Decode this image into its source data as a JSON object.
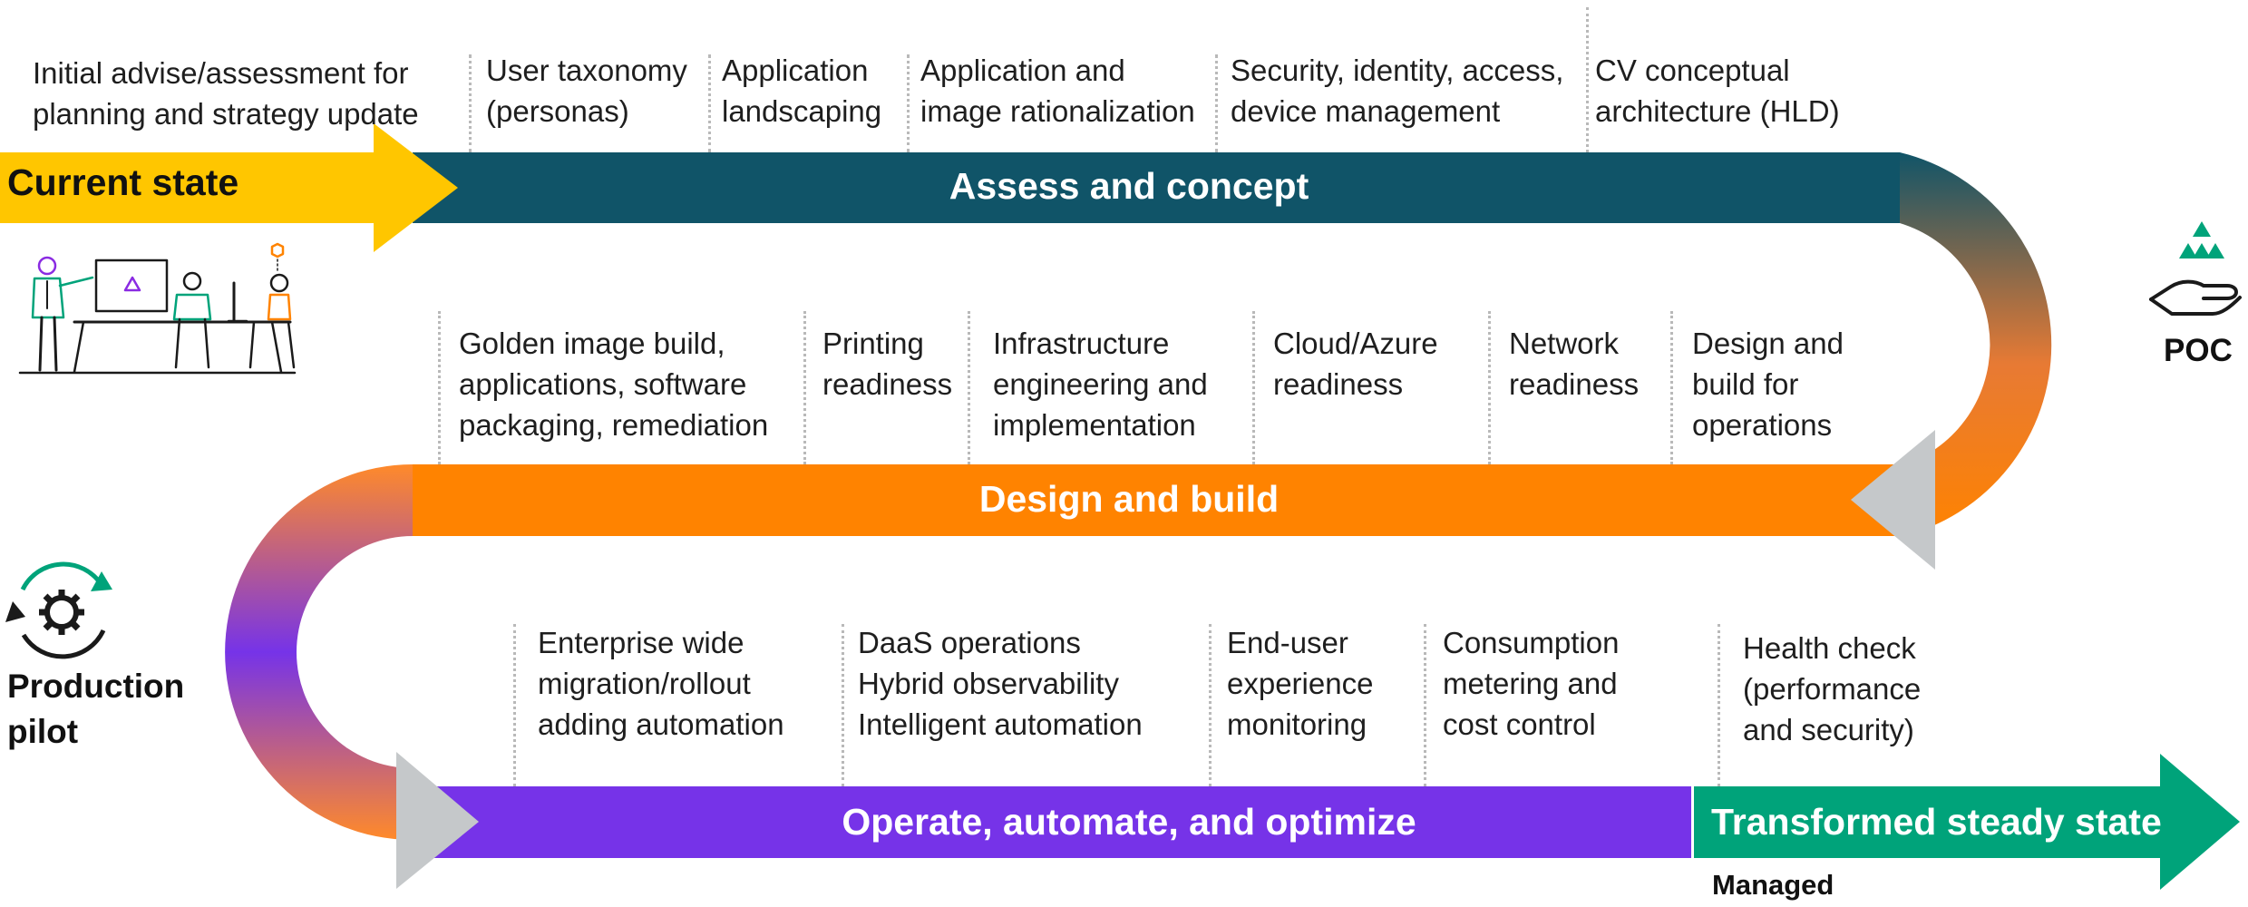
{
  "colors": {
    "yellow": "#ffc600",
    "teal_dark": "#105468",
    "orange": "#ff8300",
    "purple": "#7633e8",
    "green": "#00a37a",
    "grey_triangle": "#c5c8ca",
    "divider": "#b9b9b9"
  },
  "stages": {
    "current_state": "Current state",
    "assess": "Assess and concept",
    "design": "Design and build",
    "operate": "Operate, automate, and optimize",
    "transformed": "Transformed steady state",
    "managed": "Managed",
    "poc": "POC",
    "production_pilot": "Production\npilot"
  },
  "assess_steps": [
    "Initial advise/assessment for\nplanning and strategy update",
    "User taxonomy\n(personas)",
    "Application\nlandscaping",
    "Application and\nimage rationalization",
    "Security, identity, access,\ndevice management",
    "CV conceptual\narchitecture (HLD)"
  ],
  "design_steps": [
    "Golden image build,\napplications, software\npackaging, remediation",
    "Printing\nreadiness",
    "Infrastructure\nengineering and\nimplementation",
    "Cloud/Azure\nreadiness",
    "Network\nreadiness",
    "Design and\nbuild for\noperations"
  ],
  "operate_steps": [
    "Enterprise wide\nmigration/rollout\nadding automation",
    "DaaS operations\nHybrid observability\nIntelligent automation",
    "End-user\nexperience\nmonitoring",
    "Consumption\nmetering and\ncost control",
    "Health check\n(performance\nand security)"
  ],
  "icons": {
    "office": "office-team-illustration-icon",
    "poc": "hand-with-triangles-icon",
    "pilot": "gear-cycle-icon"
  }
}
